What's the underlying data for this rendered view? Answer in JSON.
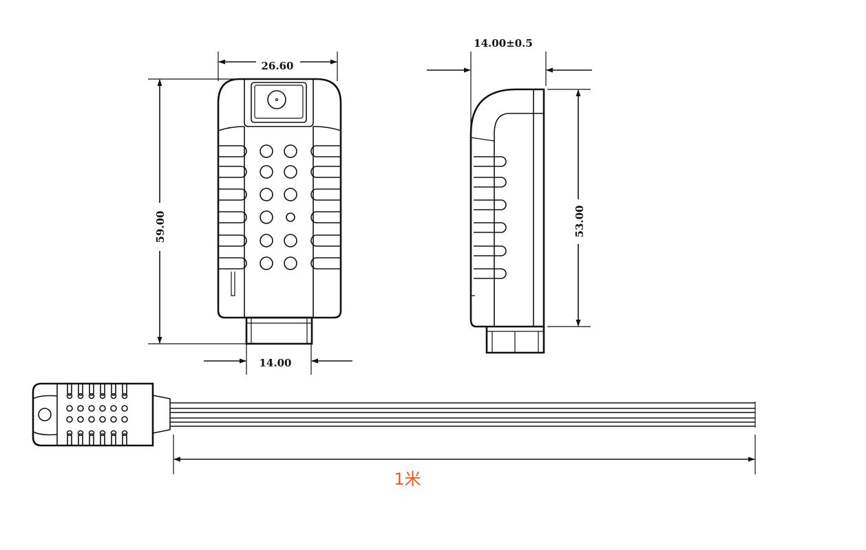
{
  "colors": {
    "line": "#111111",
    "length_label": "#e8562a",
    "background": "#ffffff"
  },
  "front_view": {
    "width_label": "26.60",
    "height_label": "59.00",
    "connector_width_label": "14.00"
  },
  "side_view": {
    "thickness_label": "14.00±0.5",
    "height_label": "53.00"
  },
  "cable_view": {
    "length_label": "1米"
  }
}
